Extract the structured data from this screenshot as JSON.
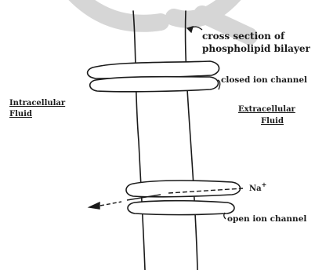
{
  "labels": {
    "cross_section": "cross section of",
    "phospholipid": "phospholipid bilayer",
    "closed_channel": "closed ion channel",
    "open_channel": "open ion channel",
    "intracellular_1": "Intracellular",
    "intracellular_2": "Fluid",
    "extracellular_1": "Extracellular",
    "extracellular_2": "Fluid",
    "ion_symbol": "Na",
    "ion_charge": "+"
  },
  "colors": {
    "ink": "#1a1a1a",
    "faint": "#d6d6d6",
    "background": "#ffffff"
  }
}
